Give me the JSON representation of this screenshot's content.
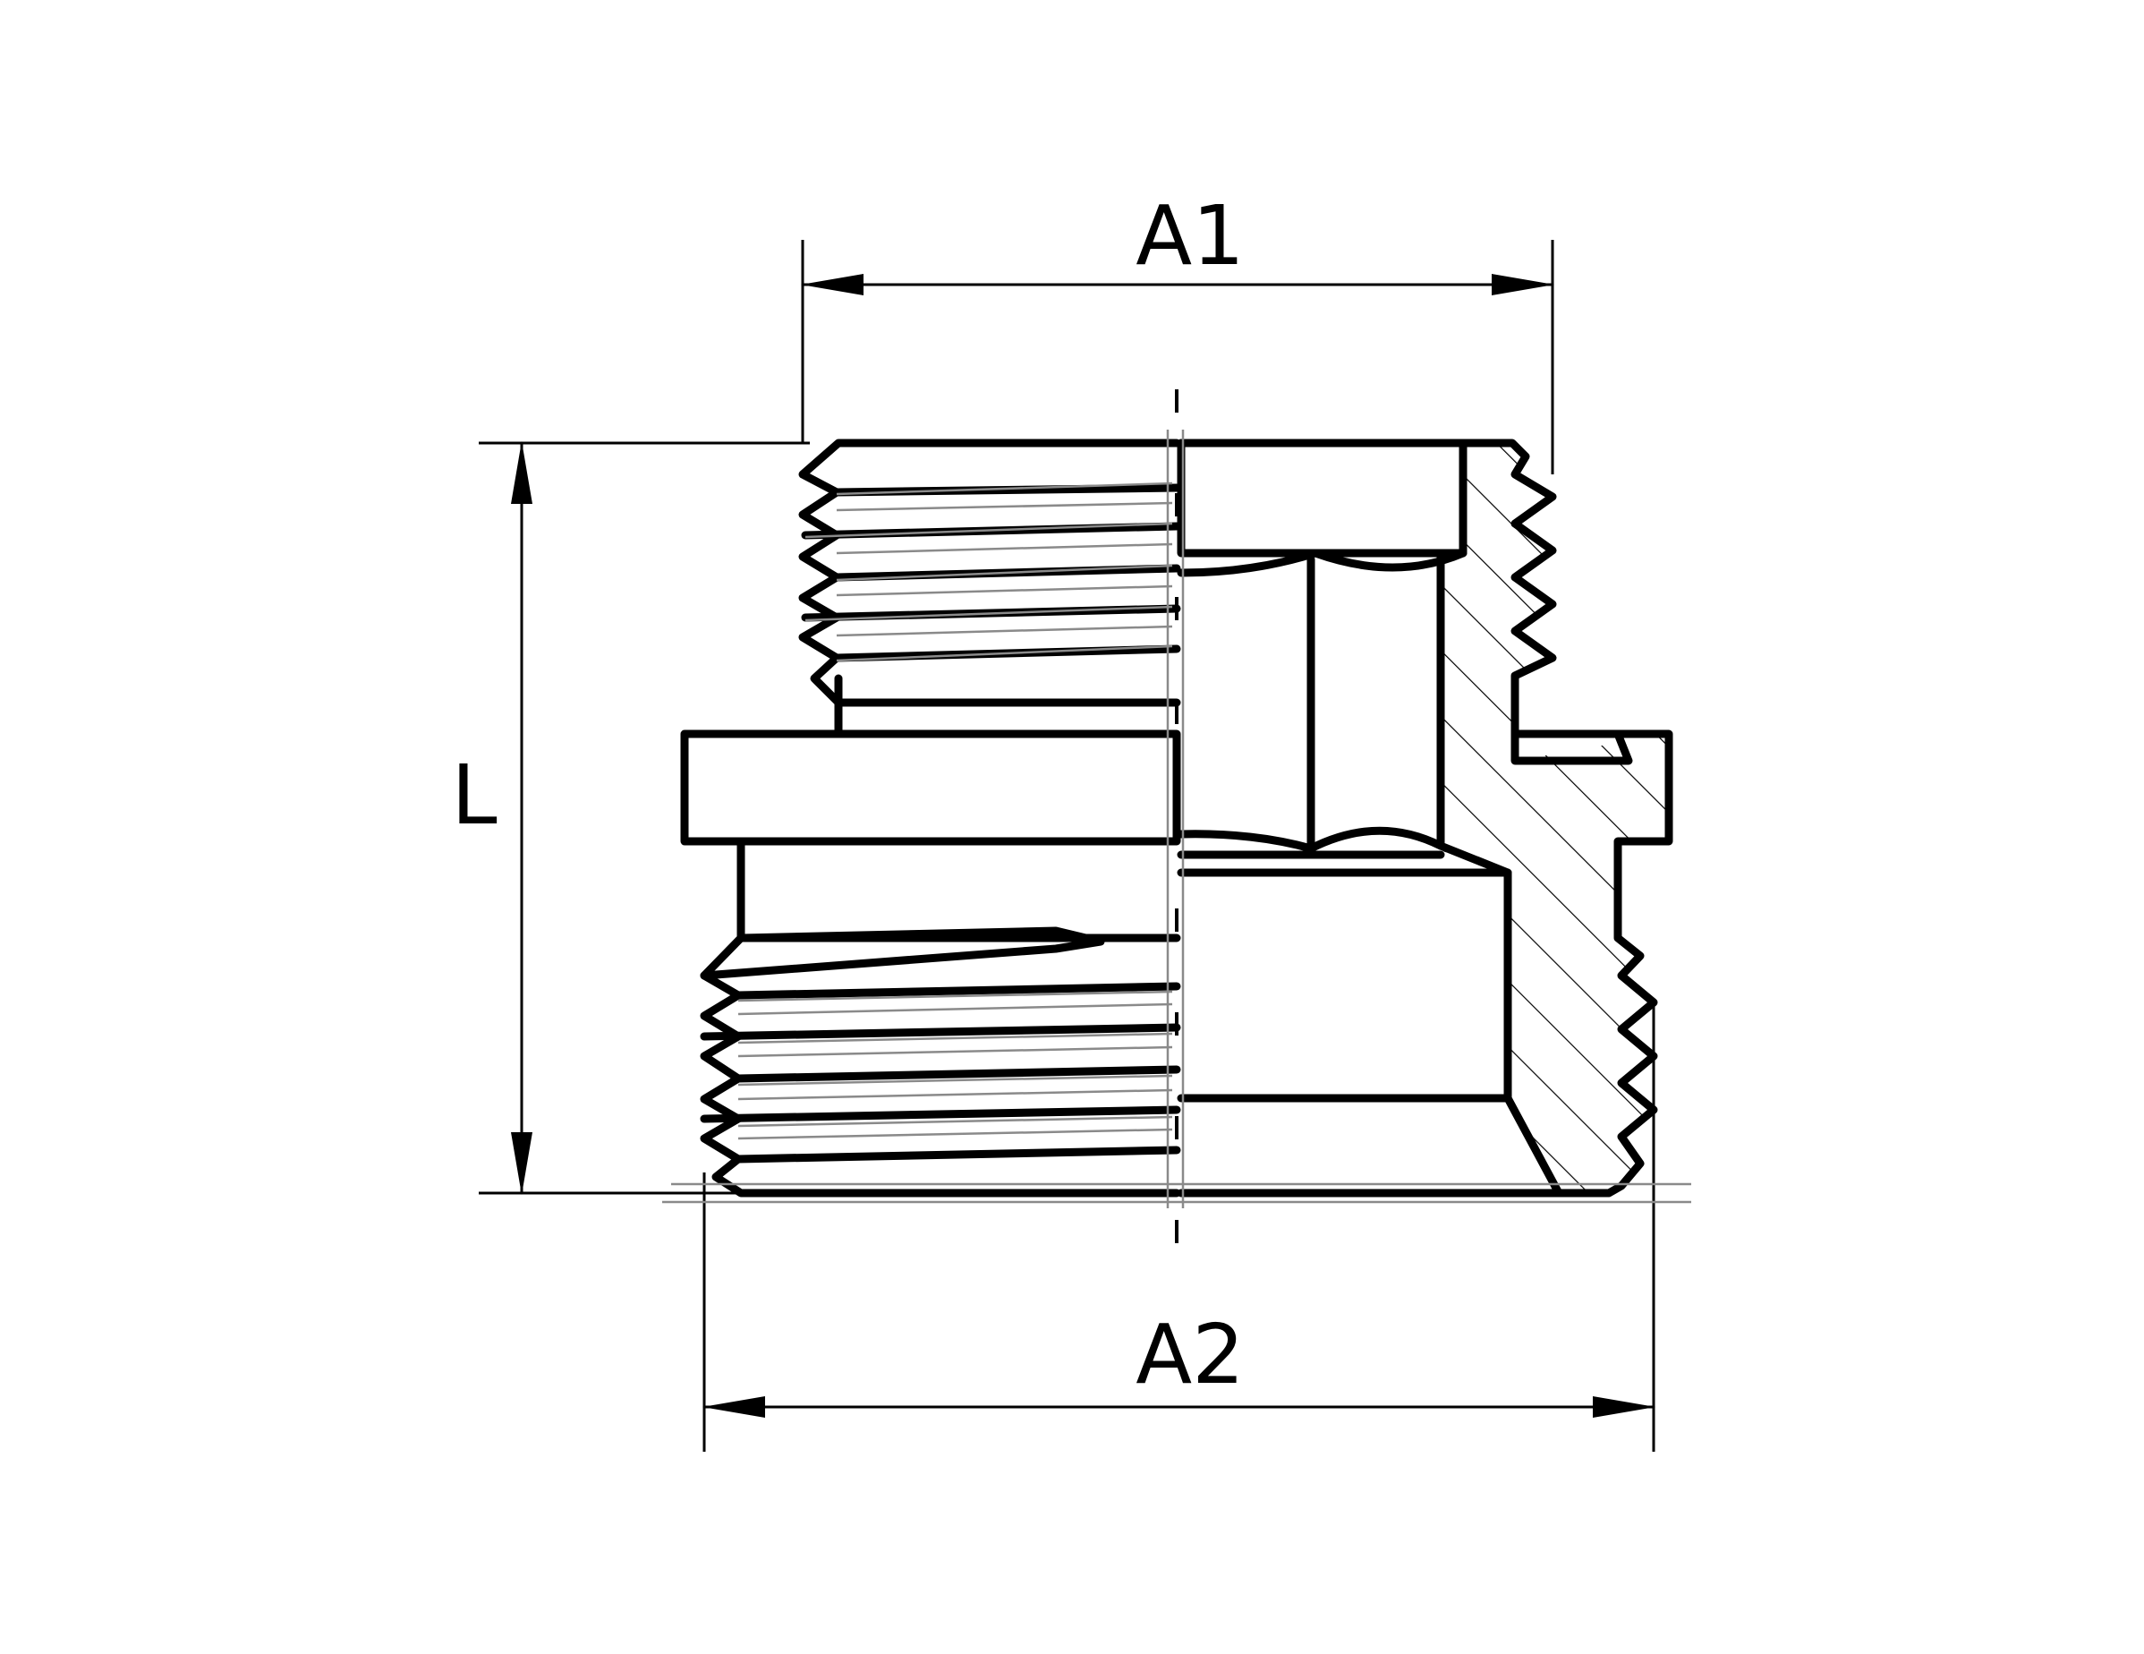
{
  "dimensions": {
    "top_width_label": "A1",
    "bottom_width_label": "A2",
    "length_label": "L"
  },
  "colors": {
    "line": "#000000",
    "thread_fine": "#8a8a8a",
    "background": "#ffffff"
  }
}
